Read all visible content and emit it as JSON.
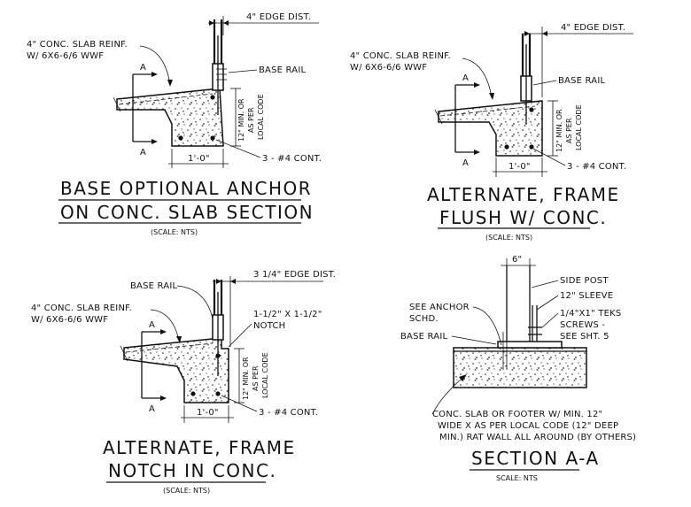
{
  "detail1": {
    "edge_dist": "4\" EDGE DIST.",
    "slab_note_1": "4\" CONC. SLAB REINF.",
    "slab_note_2": "W/ 6X6-6/6 WWF",
    "base_rail": "BASE RAIL",
    "depth_1": "12\" MIN. OR",
    "depth_2": "AS PER",
    "depth_3": "LOCAL CODE",
    "width": "1'-0\"",
    "rebar": "3 - #4 CONT.",
    "section_mark_top": "A",
    "section_mark_bottom": "A",
    "title_1": "BASE OPTIONAL ANCHOR",
    "title_2": "ON CONC. SLAB SECTION",
    "scale": "(SCALE: NTS)"
  },
  "detail2": {
    "edge_dist": "4\" EDGE DIST.",
    "slab_note_1": "4\" CONC. SLAB REINF.",
    "slab_note_2": "W/ 6X6-6/6 WWF",
    "base_rail": "BASE RAIL",
    "depth_1": "12\" MIN. OR",
    "depth_2": "AS PER",
    "depth_3": "LOCAL CODE",
    "width": "1'-0\"",
    "rebar": "3 - #4 CONT.",
    "section_mark_top": "A",
    "section_mark_bottom": "A",
    "title_1": "ALTERNATE, FRAME",
    "title_2": "FLUSH W/ CONC.",
    "scale": "(SCALE: NTS)"
  },
  "detail3": {
    "edge_dist": "3 1/4\" EDGE DIST.",
    "base_rail": "BASE RAIL",
    "slab_note_1": "4\" CONC. SLAB REINF.",
    "slab_note_2": "W/ 6X6-6/6 WWF",
    "notch_1": "1-1/2\" X 1-1/2\"",
    "notch_2": "NOTCH",
    "depth_1": "12\" MIN. OR",
    "depth_2": "AS PER",
    "depth_3": "LOCAL CODE",
    "width": "1'-0\"",
    "rebar": "3 - #4 CONT.",
    "section_mark_top": "A",
    "section_mark_bottom": "A",
    "title_1": "ALTERNATE, FRAME",
    "title_2": "NOTCH IN CONC.",
    "scale": "(SCALE: NTS)"
  },
  "detail4": {
    "dim": "6\"",
    "side_post": "SIDE POST",
    "sleeve": "12\" SLEEVE",
    "teks_1": "1/4\"X1\" TEKS",
    "teks_2": "SCREWS -",
    "teks_3": "SEE SHT. 5",
    "anchor_1": "SEE ANCHOR",
    "anchor_2": "SCHD.",
    "base_rail": "BASE RAIL",
    "footer_1": "CONC. SLAB OR FOOTER W/ MIN. 12\"",
    "footer_2": "WIDE X AS PER LOCAL CODE (12\" DEEP",
    "footer_3": "MIN.) RAT WALL ALL AROUND (BY OTHERS)",
    "title": "SECTION A-A",
    "scale": "SCALE: NTS"
  }
}
